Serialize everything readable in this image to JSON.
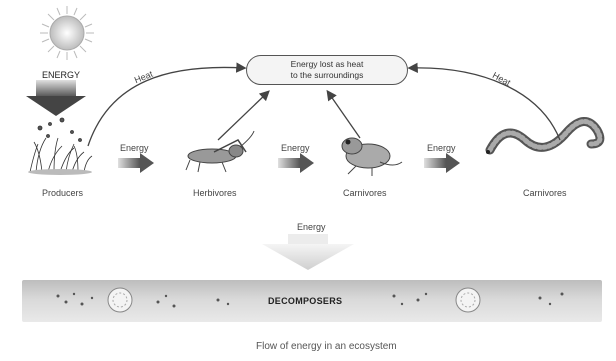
{
  "diagram": {
    "heat_box_line1": "Energy lost as heat",
    "heat_box_line2": "to the surroundings",
    "sun_label": "ENERGY",
    "heat_labels": [
      "Heat",
      "Heat"
    ],
    "energy_labels": [
      "Energy",
      "Energy",
      "Energy",
      "Energy"
    ],
    "organisms": [
      "Producers",
      "Herbivores",
      "Carnivores",
      "Carnivores"
    ],
    "decomposers_label": "DECOMPOSERS",
    "caption": "Flow of energy in an ecosystem"
  }
}
